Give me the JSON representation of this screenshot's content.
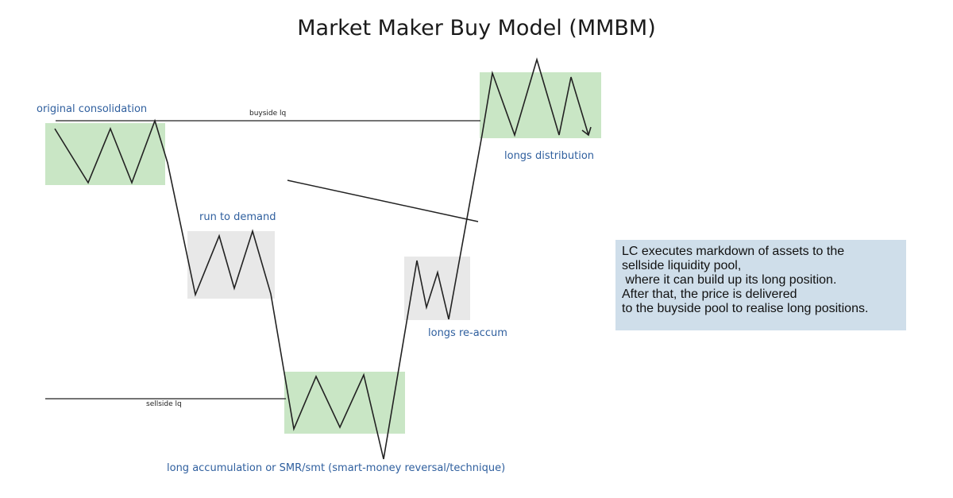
{
  "title": "Market Maker Buy Model (MMBM)",
  "labels": {
    "original_consolidation": "original consolidation",
    "buyside_lq": "buyside lq",
    "run_to_demand": "run to demand",
    "sellside_lq": "sellside lq",
    "long_accumulation": "long accumulation or SMR/smt (smart-money reversal/technique)",
    "longs_reaccum": "longs re-accum",
    "longs_distribution": "longs distribution"
  },
  "note": {
    "lines": [
      "LC executes markdown of assets to the",
      "sellside liquidity pool,",
      " where it can build up its long position.",
      "After that, the price is delivered",
      "to the buyside pool to realise long positions."
    ]
  },
  "colors": {
    "zone_green": "#c9e6c5",
    "zone_gray": "#e8e8e8",
    "label_blue": "#2f5f9e",
    "note_bg": "#cfdeea",
    "line": "#222222"
  }
}
